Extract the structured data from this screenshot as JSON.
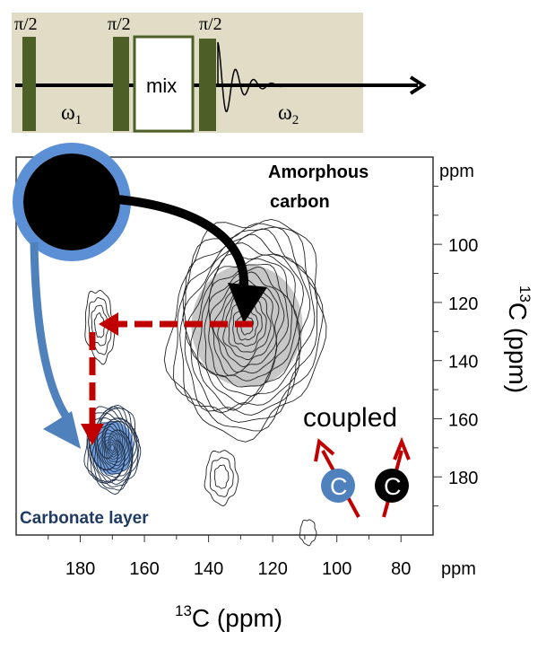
{
  "pulse_sequence": {
    "pulse_labels": [
      "π/2",
      "π/2",
      "π/2"
    ],
    "mix_label": "mix",
    "omega1": "ω",
    "omega1_sub": "1",
    "omega2": "ω",
    "omega2_sub": "2",
    "colors": {
      "background": "#e0dcc6",
      "pulse": "#4c5f27"
    }
  },
  "annotations": {
    "amorphous_line1": "Amorphous",
    "amorphous_line2": "carbon",
    "carbonate": "Carbonate layer",
    "coupled": "coupled",
    "atom_label": "C",
    "colors": {
      "blue": "#5b8fd6",
      "red": "#c00000",
      "carbonate_text": "#1f3a63"
    }
  },
  "chart_data": {
    "type": "contour",
    "title": "",
    "xlabel_sup": "13",
    "xlabel": "C (ppm)",
    "ylabel_sup": "13",
    "ylabel": "C (ppm)",
    "x_unit_label": "ppm",
    "y_unit_label": "ppm",
    "xlim": [
      200,
      70
    ],
    "ylim": [
      70,
      200
    ],
    "xticks": [
      "180",
      "160",
      "140",
      "120",
      "100",
      "80"
    ],
    "yticks": [
      "100",
      "120",
      "140",
      "160",
      "180"
    ],
    "peaks": [
      {
        "name": "amorphous-carbon",
        "x": 128,
        "y": 128,
        "levels": 18,
        "shaded": true
      },
      {
        "name": "cross-peak",
        "x": 174,
        "y": 128,
        "levels": 4
      },
      {
        "name": "carbonate",
        "x": 170,
        "y": 170,
        "levels": 20,
        "shaded": true
      },
      {
        "name": "minor-peak",
        "x": 136,
        "y": 180,
        "levels": 3
      },
      {
        "name": "edge-peak",
        "x": 109,
        "y": 199,
        "levels": 1
      }
    ]
  }
}
